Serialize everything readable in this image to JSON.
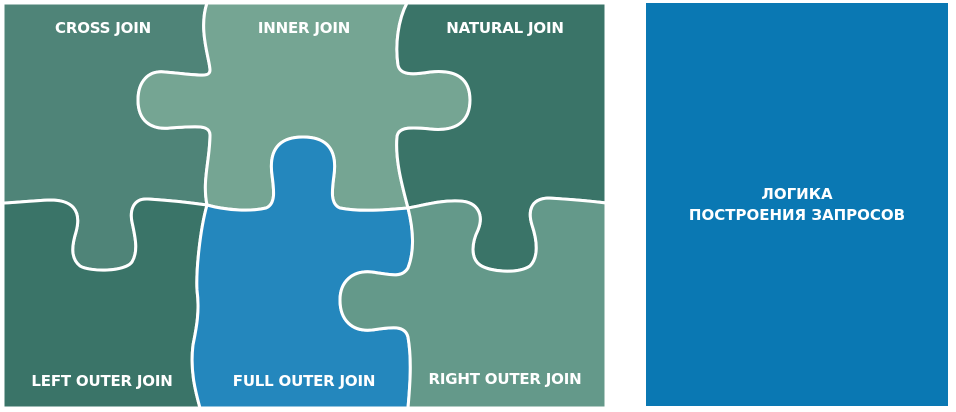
{
  "pieces": [
    {
      "label": "CROSS JOIN",
      "color": "#4f8478"
    },
    {
      "label": "INNER JOIN",
      "color": "#75a593"
    },
    {
      "label": "NATURAL JOIN",
      "color": "#3a7468"
    },
    {
      "label": "LEFT OUTER JOIN",
      "color": "#3a7468"
    },
    {
      "label": "FULL OUTER JOIN",
      "color": "#2487bd"
    },
    {
      "label": "RIGHT OUTER JOIN",
      "color": "#64998a"
    }
  ],
  "side_panel": {
    "line1": "ЛОГИКА",
    "line2": "ПОСТРОЕНИЯ ЗАПРОСОВ",
    "color": "#0a78b3"
  }
}
